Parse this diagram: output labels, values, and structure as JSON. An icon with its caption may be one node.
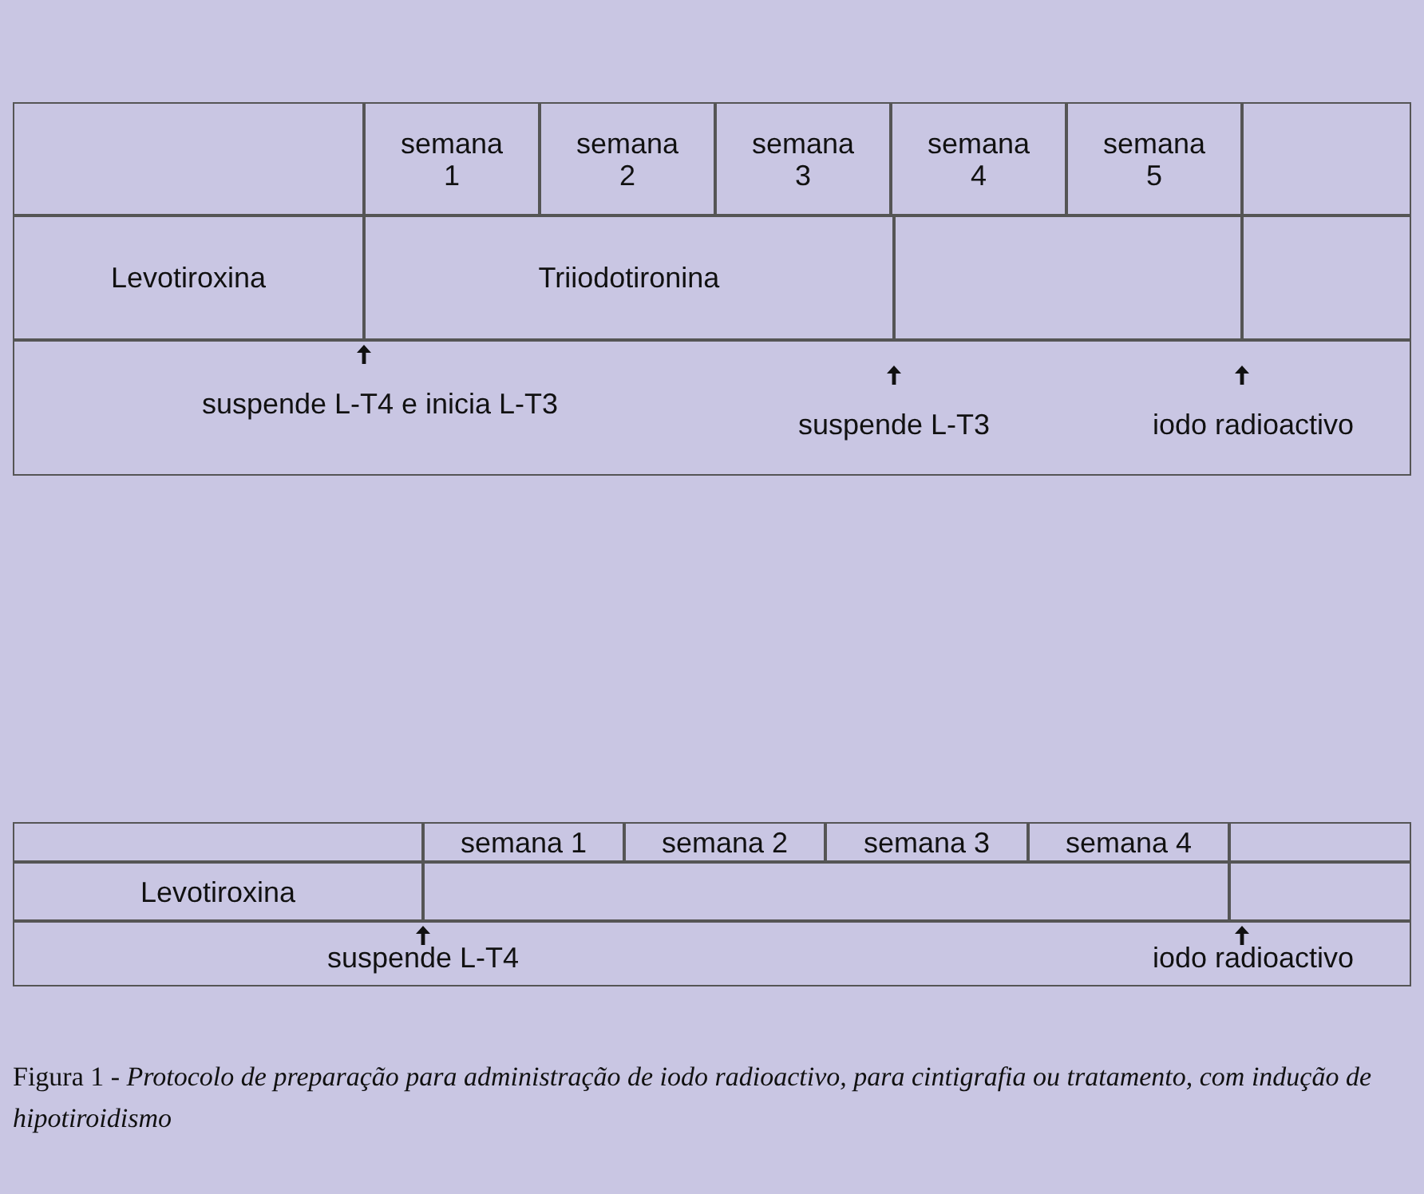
{
  "diagram": {
    "caption": "Figura 1 - *Protocolo de preparação para administração de iodo radioactivo, para cintigrafia ou tratamento, com indução de hipotiroidismo*",
    "labels": [
      "semana 1",
      "semana 2",
      "semana 3",
      "semana 4",
      "semana 5",
      "Levotiroxina",
      "Triiodotironina",
      "suspende L-T4 e inicia L-T3",
      "suspende L-T3",
      "iodo radioactivo",
      "semana 1",
      "semana 2",
      "semana 3",
      "semana 4",
      "Levotiroxina",
      "suspende L-T4",
      "iodo radioactivo"
    ]
  }
}
